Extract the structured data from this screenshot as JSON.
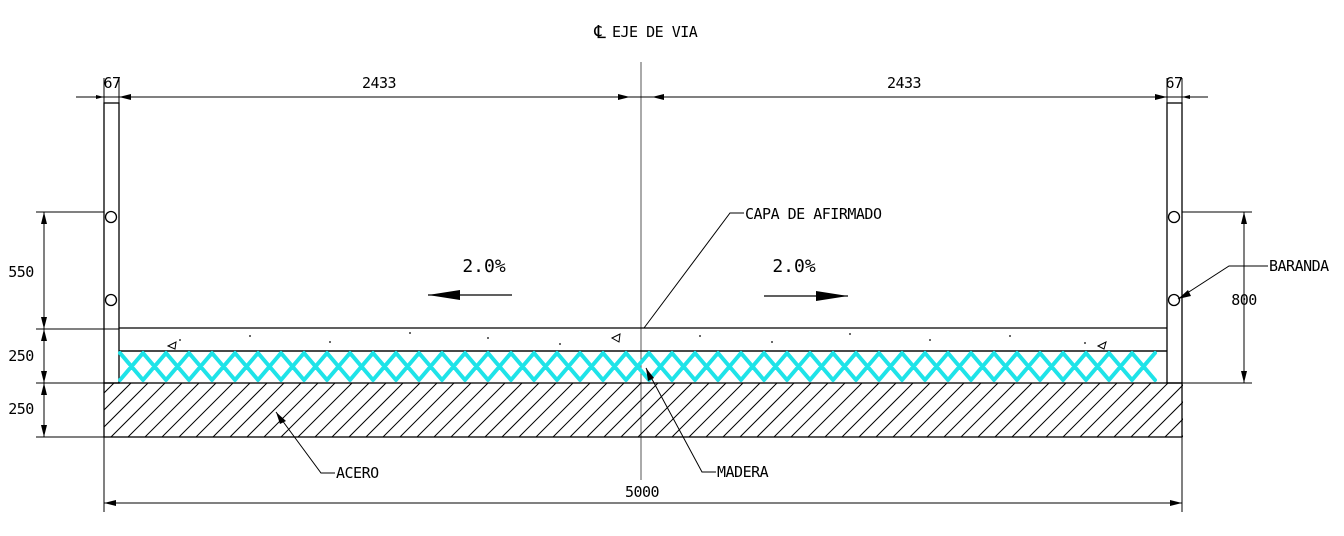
{
  "title": "EJE DE VIA",
  "centerline_symbol": "℄",
  "dimensions": {
    "top_left_post": "67",
    "top_left_span": "2433",
    "top_right_span": "2433",
    "top_right_post": "67",
    "total_width": "5000",
    "left_railing_height": "550",
    "left_timber_depth": "250",
    "left_steel_depth": "250",
    "right_railing_height": "800"
  },
  "slopes": {
    "left": "2.0%",
    "right": "2.0%"
  },
  "callouts": {
    "capa": "CAPA DE AFIRMADO",
    "baranda": "BARANDA",
    "acero": "ACERO",
    "madera": "MADERA"
  },
  "colors": {
    "timber": "#1ee3e8",
    "line": "#000000"
  }
}
